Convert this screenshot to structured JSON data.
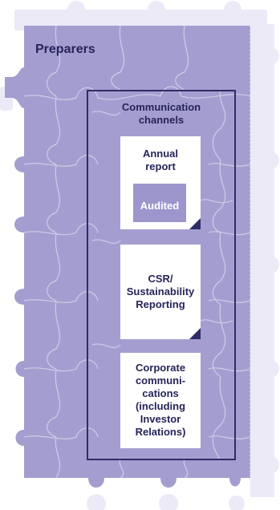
{
  "panel": {
    "title": "Preparers"
  },
  "channels": {
    "title_line1": "Communication",
    "title_line2": "channels"
  },
  "documents": [
    {
      "line1": "Annual",
      "line2": "report",
      "badge": "Audited"
    },
    {
      "line1": "CSR/",
      "line2": "Sustainability",
      "line3": "Reporting"
    },
    {
      "line1": "Corporate",
      "line2": "communi-",
      "line3": "cations",
      "line4": "(including",
      "line5": "Investor",
      "line6": "Relations)"
    }
  ],
  "colors": {
    "puzzle_fill": "#a49ed0",
    "puzzle_edge": "#d4d1ea",
    "puzzle_ghost": "#ebeaf6",
    "frame": "#2e2c66",
    "text": "#26245a",
    "audited_fill": "#9c96cc"
  }
}
